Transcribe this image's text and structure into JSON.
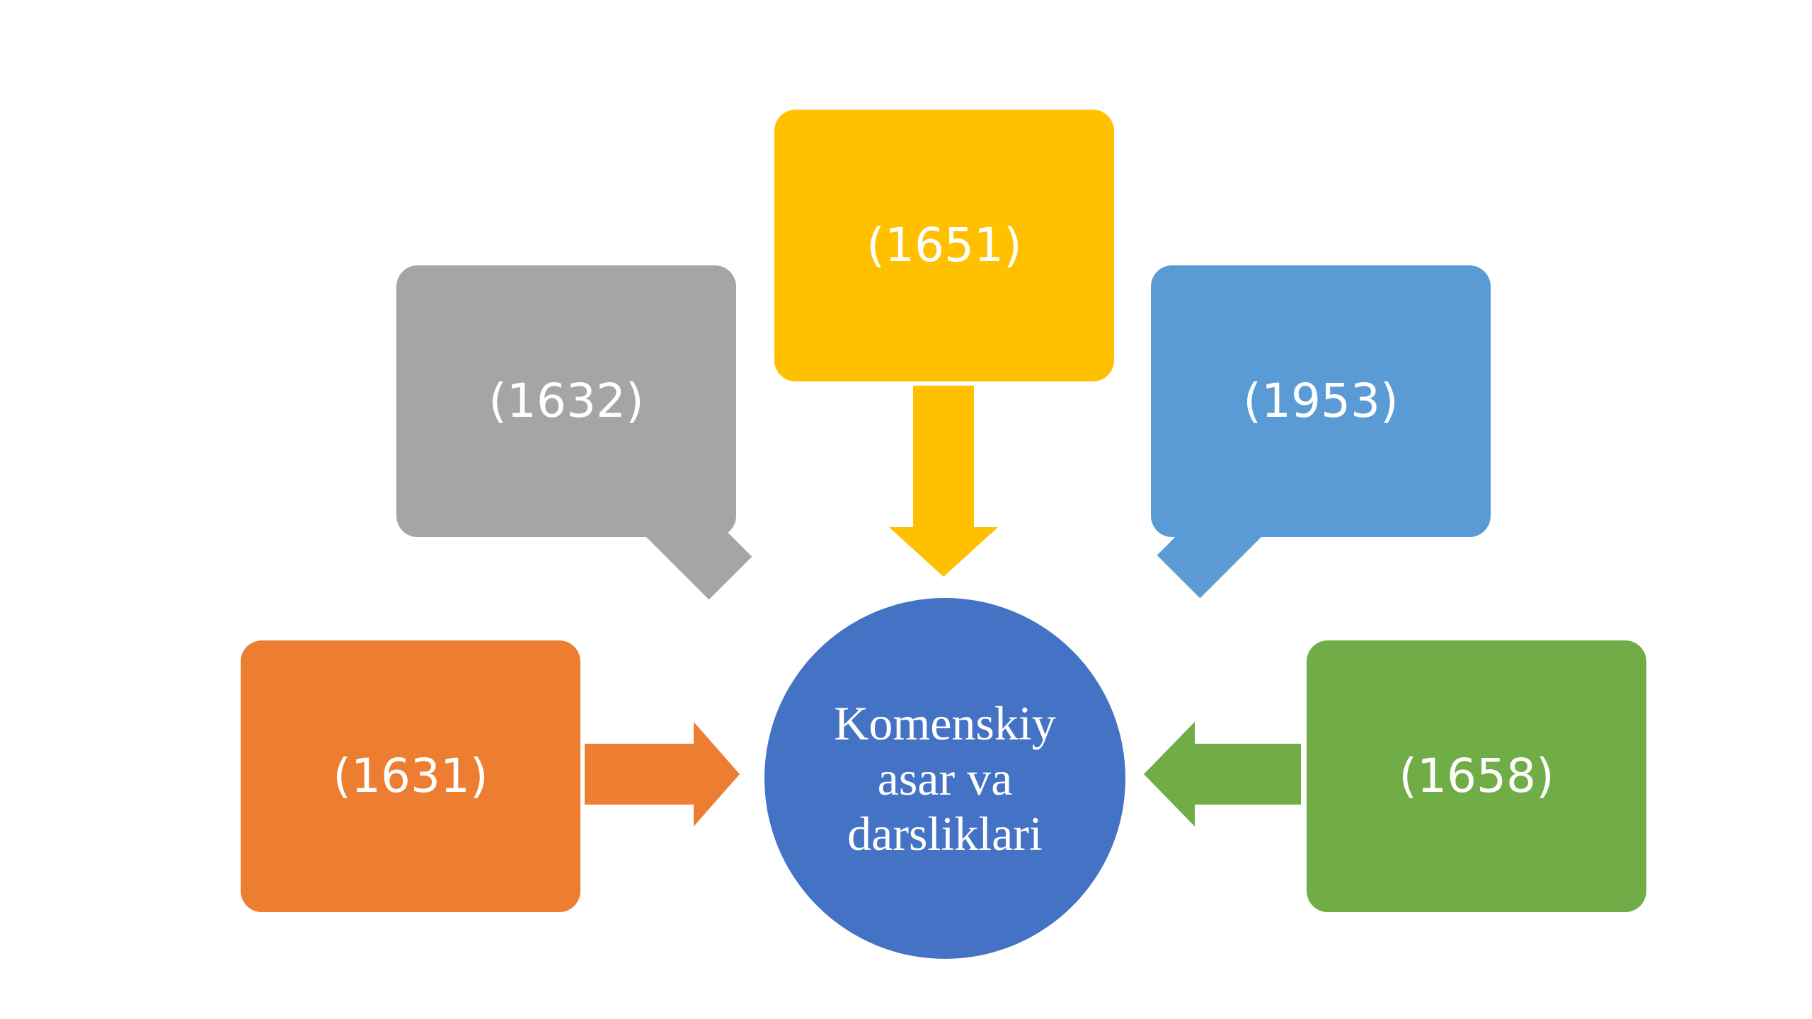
{
  "diagram": {
    "center": {
      "label": "Komenskiy\nasar va\ndarsliklari",
      "color": "#4472c4"
    },
    "nodes": [
      {
        "id": "1631",
        "label": "(1631)",
        "color": "#ed7d31"
      },
      {
        "id": "1632",
        "label": "(1632)",
        "color": "#a5a5a5"
      },
      {
        "id": "1651",
        "label": "(1651)",
        "color": "#ffc000"
      },
      {
        "id": "1953",
        "label": "(1953)",
        "color": "#5b9bd5"
      },
      {
        "id": "1658",
        "label": "(1658)",
        "color": "#70ad47"
      }
    ]
  }
}
